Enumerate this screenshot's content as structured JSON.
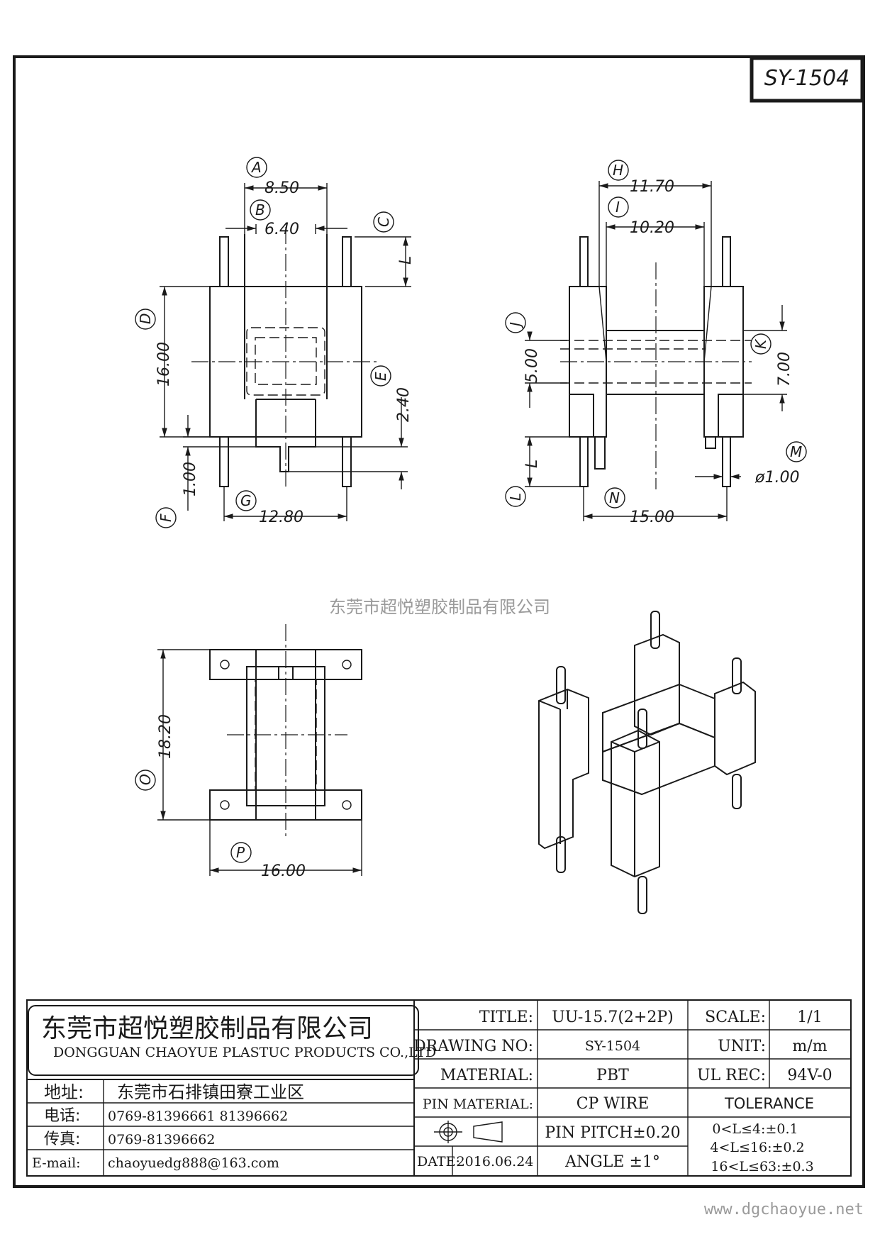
{
  "part_number": "SY-1504",
  "watermark_company": "东莞市超悦塑胶制品有限公司",
  "watermark_url": "www.dgchaoyue.net",
  "dimensions": {
    "A": "8.50",
    "B": "6.40",
    "C": "L",
    "D": "16.00",
    "E": "2.40",
    "F": "1.00",
    "G": "12.80",
    "H": "11.70",
    "I": "10.20",
    "J": "5.00",
    "K": "7.00",
    "L": "L",
    "M": "ø1.00",
    "N": "15.00",
    "O": "18.20",
    "P": "16.00"
  },
  "callouts": [
    "A",
    "B",
    "C",
    "D",
    "E",
    "F",
    "G",
    "H",
    "I",
    "J",
    "K",
    "L",
    "M",
    "N",
    "O",
    "P"
  ],
  "title_block": {
    "company_cn": "东莞市超悦塑胶制品有限公司",
    "company_en": "DONGGUAN CHAOYUE PLASTUC PRODUCTS CO.,LTD",
    "address_label": "地址:",
    "address": "东莞市石排镇田寮工业区",
    "phone_label": "电话:",
    "phone": "0769-81396661   81396662",
    "fax_label": "传真:",
    "fax": "0769-81396662",
    "email_label": "E-mail:",
    "email": "chaoyuedg888@163.com",
    "title_label": "TITLE:",
    "title": "UU-15.7(2+2P)",
    "drawing_no_label": "DRAWING NO:",
    "drawing_no": "SY-1504",
    "material_label": "MATERIAL:",
    "material": "PBT",
    "pin_material_label": "PIN MATERIAL:",
    "pin_material": "CP WIRE",
    "pin_pitch": "PIN PITCH±0.20",
    "date_label": "DATE:",
    "date": "2016.06.24",
    "angle": "ANGLE  ±1°",
    "scale_label": "SCALE:",
    "scale": "1/1",
    "unit_label": "UNIT:",
    "unit": "m/m",
    "ul_rec_label": "UL REC:",
    "ul_rec": "94V-0",
    "tolerance_label": "TOLERANCE",
    "tolerances": [
      "0<L≤4:±0.1",
      "4<L≤16:±0.2",
      "16<L≤63:±0.3"
    ]
  }
}
